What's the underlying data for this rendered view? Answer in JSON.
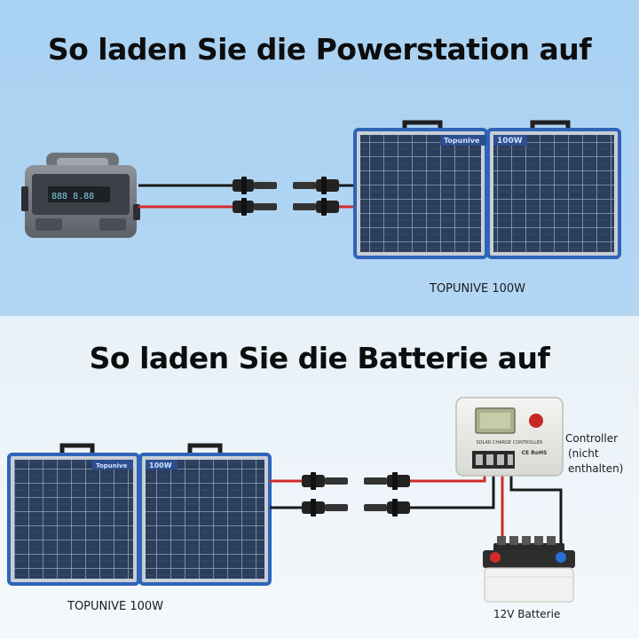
{
  "section_top": {
    "heading": "So laden Sie die Powerstation auf",
    "panel_caption": "TOPUNIVE 100W",
    "panel_brand_text": "Topunive",
    "panel_power_text": "100W"
  },
  "section_bottom": {
    "heading": "So laden Sie die Batterie auf",
    "panel_caption": "TOPUNIVE 100W",
    "panel_brand_text": "Topunive",
    "panel_power_text": "100W",
    "controller_label_line1": "Controller",
    "controller_label_line2": "(nicht",
    "controller_label_line3": "enthalten)",
    "controller_device_text": "SOLAR CHARGE CONTROLLER",
    "controller_badge": "CE RoHS",
    "battery_label": "12V Batterie"
  },
  "colors": {
    "top_background": "#b3d7f3",
    "bottom_background": "#f1f6fa",
    "positive_cable": "#d32a2a",
    "negative_cable": "#1a1a1a",
    "panel_frame": "#2f63b8"
  }
}
